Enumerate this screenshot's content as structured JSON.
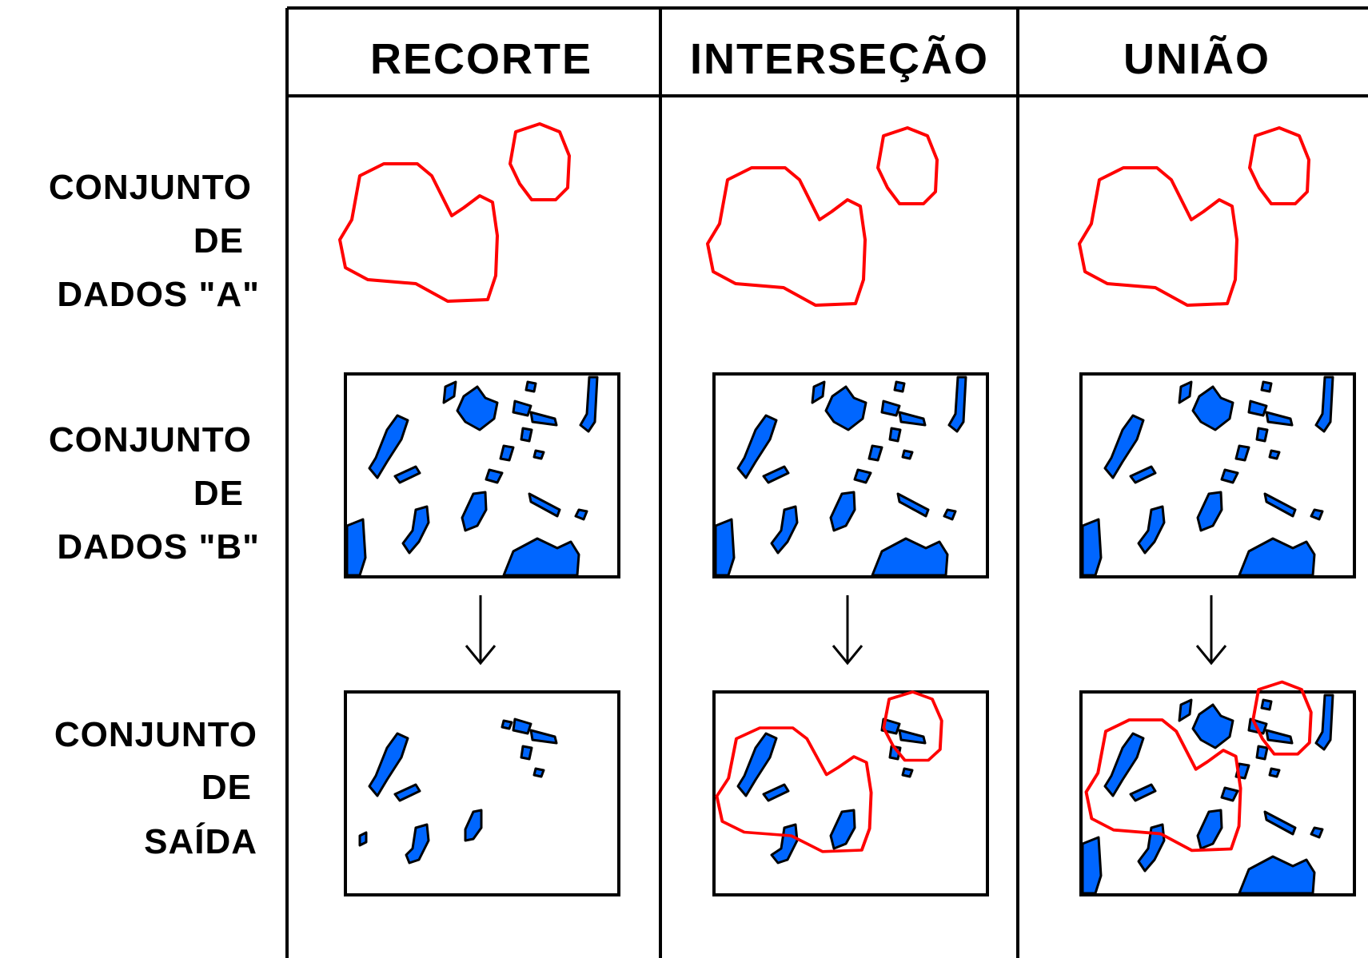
{
  "columns": [
    {
      "key": "recorte",
      "label": "RECORTE"
    },
    {
      "key": "intersecao",
      "label": "INTERSEÇÃO"
    },
    {
      "key": "uniao",
      "label": "UNIÃO"
    }
  ],
  "rows": [
    {
      "key": "a",
      "lines": [
        "CONJUNTO",
        "DE",
        "DADOS \"A\""
      ]
    },
    {
      "key": "b",
      "lines": [
        "CONJUNTO",
        "DE",
        "DADOS \"B\""
      ]
    },
    {
      "key": "out",
      "lines": [
        "CONJUNTO",
        "DE",
        "SAÍDA"
      ]
    }
  ],
  "colors": {
    "polygon_outline": "#ff0000",
    "water_fill": "#0066ff",
    "line": "#000000",
    "background": "#ffffff"
  },
  "icons": {
    "arrow": "arrow-down-icon"
  }
}
